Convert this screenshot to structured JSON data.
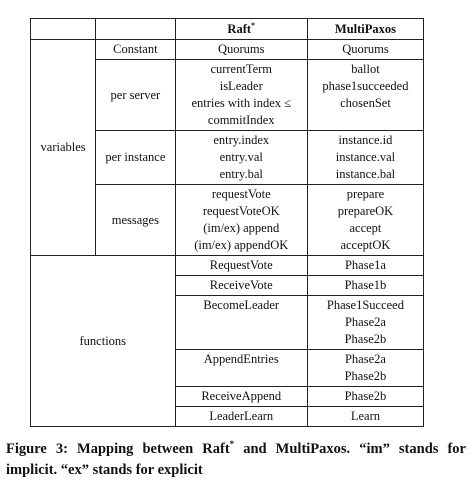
{
  "header": {
    "col_raft": "Raft",
    "col_raft_sup": "*",
    "col_multipaxos": "MultiPaxos"
  },
  "sections": {
    "variables": "variables",
    "functions": "functions"
  },
  "rows": {
    "constant": {
      "label": "Constant",
      "raft": "Quorums",
      "paxos": "Quorums"
    },
    "per_server": {
      "label": "per server",
      "raft": [
        "currentTerm",
        "isLeader",
        "entries with index ≤",
        "commitIndex"
      ],
      "paxos": [
        "ballot",
        "phase1succeeded",
        "chosenSet"
      ]
    },
    "per_instance": {
      "label": "per instance",
      "raft": [
        "entry.index",
        "entry.val",
        "entry.bal"
      ],
      "paxos": [
        "instance.id",
        "instance.val",
        "instance.bal"
      ]
    },
    "messages": {
      "label": "messages",
      "raft": [
        "requestVote",
        "requestVoteOK",
        "(im/ex) append",
        "(im/ex) appendOK"
      ],
      "paxos": [
        "prepare",
        "prepareOK",
        "accept",
        "acceptOK"
      ]
    }
  },
  "functions": [
    {
      "raft": [
        "RequestVote"
      ],
      "paxos": [
        "Phase1a"
      ]
    },
    {
      "raft": [
        "ReceiveVote"
      ],
      "paxos": [
        "Phase1b"
      ]
    },
    {
      "raft": [
        "BecomeLeader"
      ],
      "paxos": [
        "Phase1Succeed",
        "Phase2a",
        "Phase2b"
      ]
    },
    {
      "raft": [
        "AppendEntries"
      ],
      "paxos": [
        "Phase2a",
        "Phase2b"
      ]
    },
    {
      "raft": [
        "ReceiveAppend"
      ],
      "paxos": [
        "Phase2b"
      ]
    },
    {
      "raft": [
        "LeaderLearn"
      ],
      "paxos": [
        "Learn"
      ]
    }
  ],
  "caption": {
    "text_part1": "Figure 3: Mapping between Raft",
    "sup": "*",
    "text_part2": " and MultiPaxos. “im” stands for implicit. “ex” stands for explicit"
  }
}
